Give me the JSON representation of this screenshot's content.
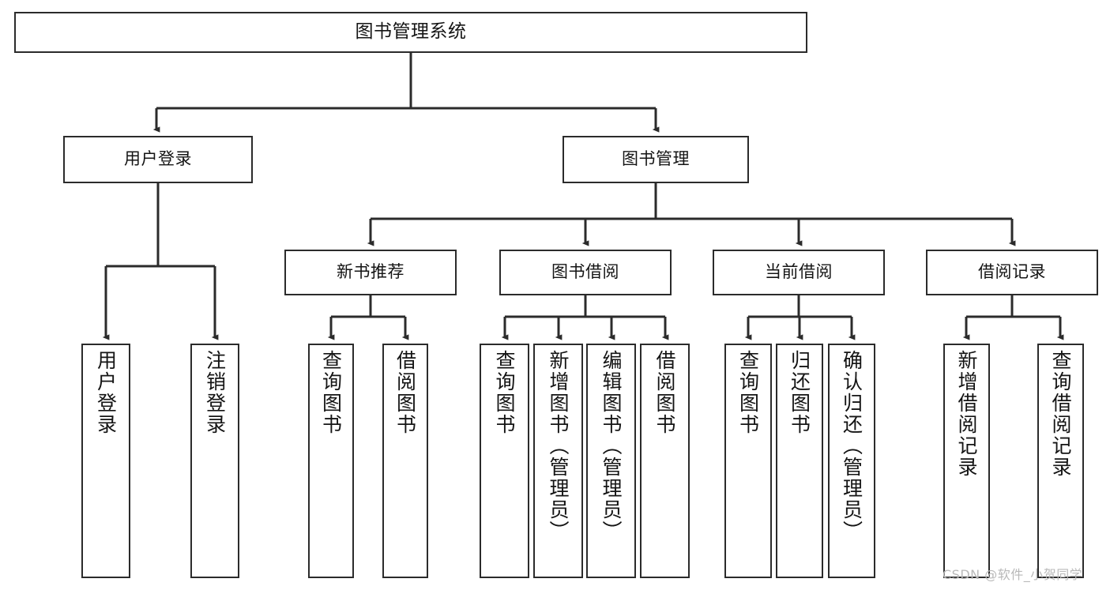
{
  "diagram": {
    "title": "图书管理系统",
    "type": "tree-hierarchy",
    "root": {
      "id": "root",
      "label": "图书管理系统"
    },
    "level1": [
      {
        "id": "user-login",
        "label": "用户登录"
      },
      {
        "id": "book-manage",
        "label": "图书管理"
      }
    ],
    "level2": [
      {
        "id": "new-book-rec",
        "label": "新书推荐",
        "parent": "book-manage"
      },
      {
        "id": "book-borrow",
        "label": "图书借阅",
        "parent": "book-manage"
      },
      {
        "id": "current-borrow",
        "label": "当前借阅",
        "parent": "book-manage"
      },
      {
        "id": "borrow-record",
        "label": "借阅记录",
        "parent": "book-manage"
      }
    ],
    "leaves": [
      {
        "id": "leaf-1",
        "label": "用户登录",
        "parent": "user-login"
      },
      {
        "id": "leaf-2",
        "label": "注销登录",
        "parent": "user-login"
      },
      {
        "id": "leaf-3",
        "label": "查询图书",
        "parent": "new-book-rec"
      },
      {
        "id": "leaf-4",
        "label": "借阅图书",
        "parent": "new-book-rec"
      },
      {
        "id": "leaf-5",
        "label": "查询图书",
        "parent": "book-borrow"
      },
      {
        "id": "leaf-6",
        "label": "新增图书（管理员）",
        "parent": "book-borrow"
      },
      {
        "id": "leaf-7",
        "label": "编辑图书（管理员）",
        "parent": "book-borrow"
      },
      {
        "id": "leaf-8",
        "label": "借阅图书",
        "parent": "book-borrow"
      },
      {
        "id": "leaf-9",
        "label": "查询图书",
        "parent": "current-borrow"
      },
      {
        "id": "leaf-10",
        "label": "归还图书",
        "parent": "current-borrow"
      },
      {
        "id": "leaf-11",
        "label": "确认归还（管理员）",
        "parent": "current-borrow"
      },
      {
        "id": "leaf-12",
        "label": "新增借阅记录",
        "parent": "borrow-record"
      },
      {
        "id": "leaf-13",
        "label": "查询借阅记录",
        "parent": "borrow-record"
      }
    ],
    "colors": {
      "stroke": "#2b2b2b",
      "fill": "#ffffff",
      "text": "#141414",
      "watermark": "#b9b9b9"
    }
  },
  "watermark": {
    "text": "CSDN @软件_小贺同学"
  }
}
